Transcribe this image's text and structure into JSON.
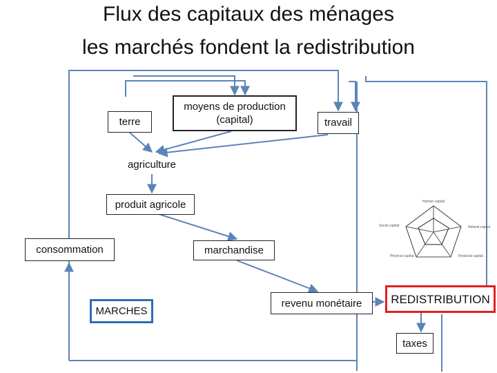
{
  "title": {
    "line1": "Flux des capitaux des ménages",
    "line2": "les marchés fondent la redistribution"
  },
  "nodes": {
    "terre": "terre",
    "moyens_line1": "moyens de production",
    "moyens_line2": "(capital)",
    "travail": "travail",
    "agriculture": "agriculture",
    "produit_agricole": "produit agricole",
    "consommation": "consommation",
    "marchandise": "marchandise",
    "marches": "MARCHES",
    "revenu_monetaire": "revenu monétaire",
    "redistribution": "REDISTRIBUTION",
    "taxes": "taxes"
  },
  "capital_pentagon": {
    "labels": [
      "Human capital",
      "Natural capital",
      "Financial capital",
      "Physical capital",
      "Social capital"
    ]
  },
  "colors": {
    "arrow": "#5b84b8",
    "marches_border": "#2e6db4",
    "redistribution_border": "#e02020",
    "box_border": "#222222"
  }
}
